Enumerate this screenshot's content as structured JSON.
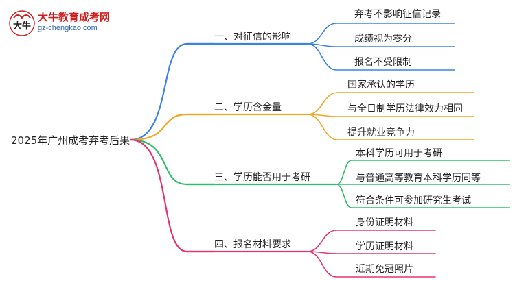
{
  "logo": {
    "title": "大牛教育成考网",
    "url": "gz-chengkao.com",
    "mark_text": "大牛"
  },
  "root": "2025年广州成考弃考后果",
  "colors": {
    "branch1": "#3b82e6",
    "branch2": "#f5a623",
    "branch3": "#2ebd6b",
    "branch4": "#e8336e"
  },
  "branches": [
    {
      "label": "一、对征信的影响",
      "leaves": [
        "弃考不影响征信记录",
        "成绩视为零分",
        "报名不受限制"
      ]
    },
    {
      "label": "二、学历含金量",
      "leaves": [
        "国家承认的学历",
        "与全日制学历法律效力相同",
        "提升就业竞争力"
      ]
    },
    {
      "label": "三、学历能否用于考研",
      "leaves": [
        "本科学历可用于考研",
        "与普通高等教育本科学历同等",
        "符合条件可参加研究生考试"
      ]
    },
    {
      "label": "四、报名材料要求",
      "leaves": [
        "身份证明材料",
        "学历证明材料",
        "近期免冠照片"
      ]
    }
  ]
}
